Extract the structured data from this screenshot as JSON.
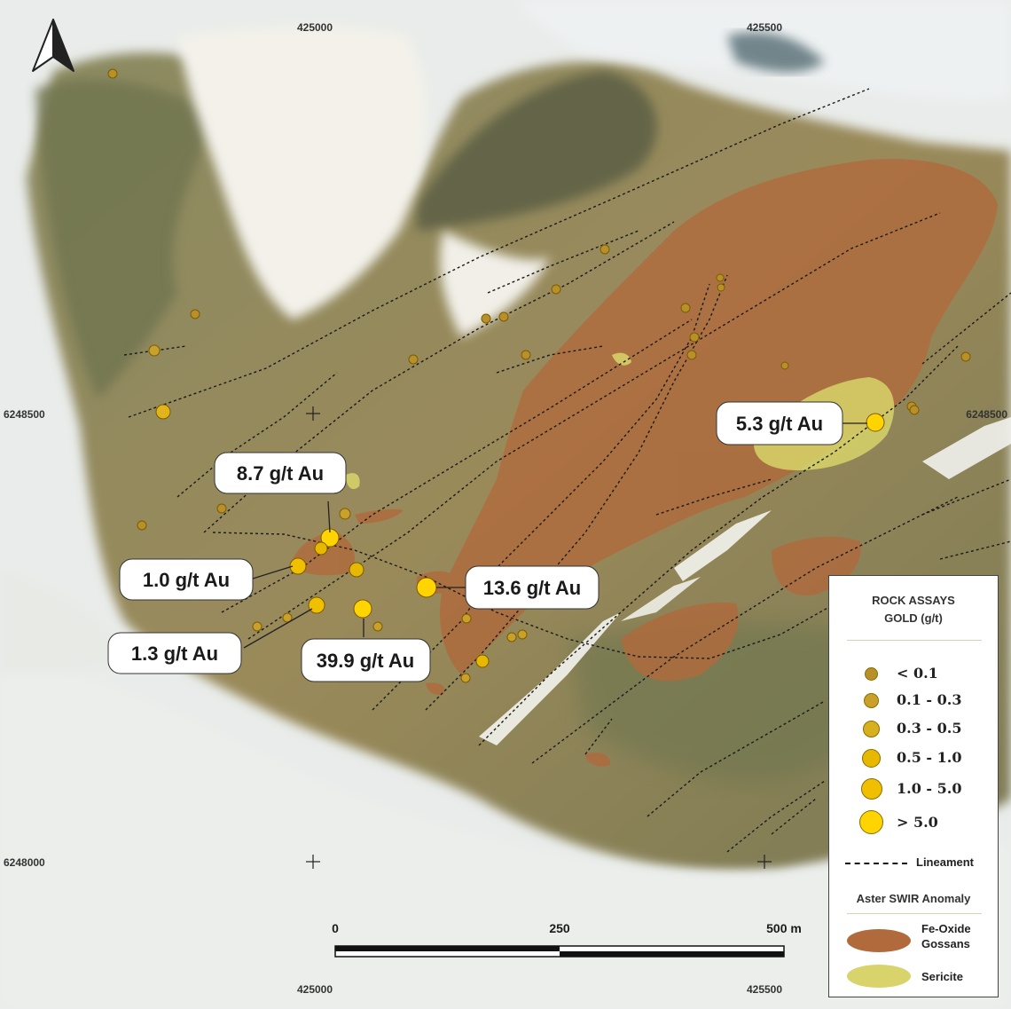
{
  "map": {
    "north_arrow": "north-arrow-icon",
    "coordinates": {
      "easting_top_left": "425000",
      "easting_top_right": "425500",
      "easting_bottom_left": "425000",
      "easting_bottom_right": "425500",
      "northing_upper_left": "6248500",
      "northing_upper_right": "6248500",
      "northing_lower_left": "6248000"
    },
    "callouts": [
      {
        "label": "8.7 g/t Au"
      },
      {
        "label": "1.0 g/t Au"
      },
      {
        "label": "1.3 g/t Au"
      },
      {
        "label": "39.9 g/t Au"
      },
      {
        "label": "13.6 g/t Au"
      },
      {
        "label": "5.3 g/t Au"
      }
    ],
    "scale_bar": {
      "tick_0": "0",
      "tick_mid": "250",
      "tick_end": "500 m"
    },
    "colors": {
      "fe_oxide": "#b06a3c",
      "sericite": "#d8d36a",
      "gold_small": "#c9a12a",
      "gold_large": "#ffd400"
    }
  },
  "legend": {
    "title_line1": "ROCK ASSAYS",
    "title_line2": "GOLD (g/t)",
    "classes": [
      {
        "label": "< 0.1"
      },
      {
        "label": "0.1 - 0.3"
      },
      {
        "label": "0.3 - 0.5"
      },
      {
        "label": "0.5 - 1.0"
      },
      {
        "label": "1.0 - 5.0"
      },
      {
        "label": "> 5.0"
      }
    ],
    "lineament_label": "Lineament",
    "anomaly_title": "Aster SWIR Anomaly",
    "fe_oxide_line1": "Fe-Oxide",
    "fe_oxide_line2": "Gossans",
    "sericite_label": "Sericite"
  }
}
